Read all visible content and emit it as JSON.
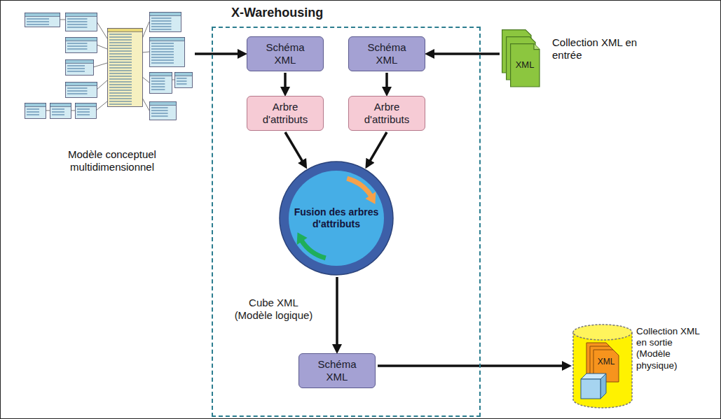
{
  "diagram": {
    "nodes": [
      {
        "text": [
          "Modèle conceptuel multidimensionnel"
        ]
      },
      {
        "text": [
          "X-Warehousing"
        ]
      },
      {
        "text": [
          "Schéma XML"
        ],
        "in": 1
      },
      {
        "text": [
          "Schéma XML"
        ],
        "in": 1
      },
      {
        "text": [
          "XML",
          "Collection XML en entrée"
        ]
      },
      {
        "text": [
          "Arbre d'attributs"
        ],
        "in": 1
      },
      {
        "text": [
          "Arbre d'attributs"
        ],
        "in": 1
      },
      {
        "text": [
          "Fusion des arbres d'attributs"
        ],
        "in": 1
      },
      {
        "text": [
          "Schéma XML"
        ],
        "in": 1
      },
      {
        "text": [
          "XML",
          "Collection XML en sortie (Modèle physique)"
        ]
      }
    ],
    "edges": [
      {
        "from": 0,
        "to": 2,
        "arrow": "to"
      },
      {
        "from": 4,
        "to": 3,
        "arrow": "to"
      },
      {
        "from": 2,
        "to": 5,
        "arrow": "to"
      },
      {
        "from": 3,
        "to": 6,
        "arrow": "to"
      },
      {
        "from": 5,
        "to": 7,
        "arrow": "to"
      },
      {
        "from": 6,
        "to": 7,
        "arrow": "to"
      },
      {
        "from": 7,
        "to": 8,
        "arrow": "to"
      },
      {
        "from": 8,
        "to": 9,
        "arrow": "to"
      }
    ],
    "labels": [
      "Cube XML (Modèle logique)"
    ]
  }
}
